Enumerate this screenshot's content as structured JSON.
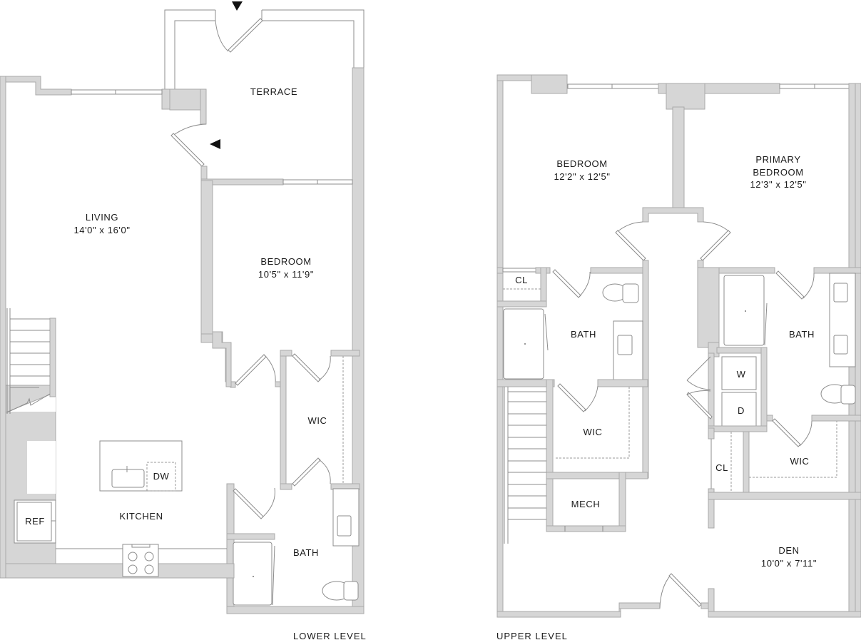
{
  "colors": {
    "wall": "#d6d6d6",
    "line": "#8c8c8c",
    "text": "#1a1a1a",
    "background": "#ffffff"
  },
  "lower_level": {
    "caption": "LOWER LEVEL",
    "rooms": {
      "terrace": {
        "name": "TERRACE"
      },
      "living": {
        "name": "LIVING",
        "size": "14'0\" x 16'0\""
      },
      "bedroom": {
        "name": "BEDROOM",
        "size": "10'5\" x 11'9\""
      },
      "wic": {
        "name": "WIC"
      },
      "kitchen": {
        "name": "KITCHEN"
      },
      "bath": {
        "name": "BATH"
      }
    },
    "appliances": {
      "dishwasher": "DW",
      "refrigerator": "REF"
    },
    "entry_markers": [
      "entry-arrow-top",
      "entry-arrow-terrace"
    ]
  },
  "upper_level": {
    "caption": "UPPER LEVEL",
    "rooms": {
      "bedroom": {
        "name": "BEDROOM",
        "size": "12'2\" x 12'5\""
      },
      "primary_bedroom": {
        "name_line1": "PRIMARY",
        "name_line2": "BEDROOM",
        "size": "12'3\" x 12'5\""
      },
      "closet_1": {
        "name": "CL"
      },
      "bath_1": {
        "name": "BATH"
      },
      "bath_2": {
        "name": "BATH"
      },
      "wic_1": {
        "name": "WIC"
      },
      "wic_2": {
        "name": "WIC"
      },
      "mech": {
        "name": "MECH"
      },
      "closet_2": {
        "name": "CL"
      },
      "den": {
        "name": "DEN",
        "size": "10'0\" x 7'11\""
      }
    },
    "appliances": {
      "washer": "W",
      "dryer": "D"
    }
  }
}
